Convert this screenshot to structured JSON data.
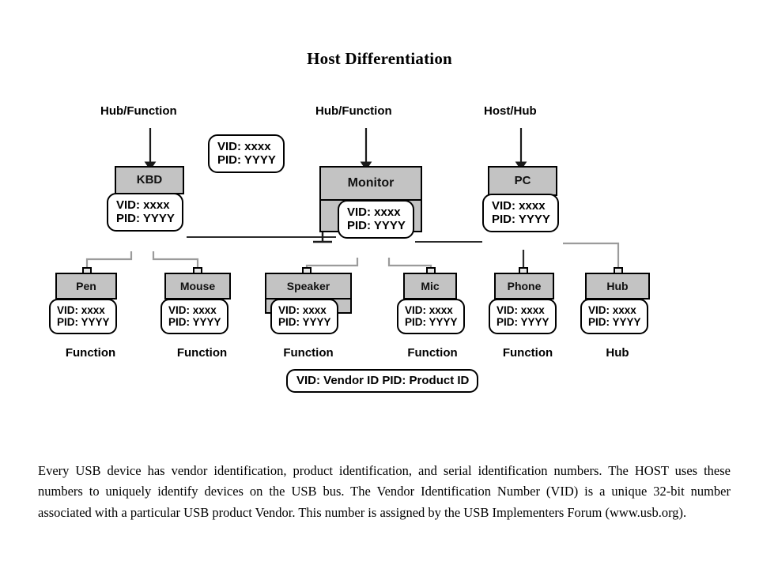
{
  "slide": {
    "title": "Host Differentiation"
  },
  "diagram": {
    "role_labels": [
      {
        "id": "kbd-role",
        "text": "Hub/Function"
      },
      {
        "id": "monitor-role",
        "text": "Hub/Function"
      },
      {
        "id": "pc-role",
        "text": "Host/Hub"
      }
    ],
    "devices": [
      {
        "id": "kbd",
        "label": "KBD"
      },
      {
        "id": "monitor",
        "label": "Monitor"
      },
      {
        "id": "pc",
        "label": "PC"
      },
      {
        "id": "pen",
        "label": "Pen"
      },
      {
        "id": "mouse",
        "label": "Mouse"
      },
      {
        "id": "speaker",
        "label": "Speaker"
      },
      {
        "id": "mic",
        "label": "Mic"
      },
      {
        "id": "phone",
        "label": "Phone"
      },
      {
        "id": "hub",
        "label": "Hub"
      }
    ],
    "vidpid": {
      "vid_key": "VID:",
      "vid_value": "xxxx",
      "pid_key": "PID:",
      "pid_value": "YYYY"
    },
    "callouts": [
      {
        "id": "floating",
        "vid": "VID: xxxx",
        "pid": "PID: YYYY"
      },
      {
        "id": "kbd",
        "vid": "VID: xxxx",
        "pid": "PID: YYYY"
      },
      {
        "id": "monitor",
        "vid": "VID: xxxx",
        "pid": "PID: YYYY"
      },
      {
        "id": "pc",
        "vid": "VID: xxxx",
        "pid": "PID: YYYY"
      },
      {
        "id": "pen",
        "vid": "VID: xxxx",
        "pid": "PID: YYYY"
      },
      {
        "id": "mouse",
        "vid": "VID: xxxx",
        "pid": "PID: YYYY"
      },
      {
        "id": "speaker",
        "vid": "VID: xxxx",
        "pid": "PID: YYYY"
      },
      {
        "id": "mic",
        "vid": "VID: xxxx",
        "pid": "PID: YYYY"
      },
      {
        "id": "phone",
        "vid": "VID: xxxx",
        "pid": "PID: YYYY"
      },
      {
        "id": "hub",
        "vid": "VID: xxxx",
        "pid": "PID: YYYY"
      }
    ],
    "legend": {
      "vid_line": "VID: Vendor ID",
      "pid_line": "PID: Product ID"
    },
    "captions": [
      {
        "id": "pen",
        "text": "Function"
      },
      {
        "id": "mouse",
        "text": "Function"
      },
      {
        "id": "speaker",
        "text": "Function"
      },
      {
        "id": "mic",
        "text": "Function"
      },
      {
        "id": "phone",
        "text": "Function"
      },
      {
        "id": "hub",
        "text": "Hub"
      }
    ],
    "colors": {
      "device_fill": "#c3c3c3",
      "outline": "#000000",
      "callout_fill": "#ffffff",
      "wire_dark": "#2b2b2b",
      "wire_light": "#9b9b9b"
    }
  },
  "body": {
    "paragraph": "Every USB device has vendor identification, product identification, and serial identification numbers. The HOST uses these numbers to uniquely identify devices on the USB bus. The Vendor Identification Number (VID) is a unique 32-bit number associated with a particular USB product Vendor.  This number is assigned by the USB Implementers Forum (www.usb.org)."
  }
}
